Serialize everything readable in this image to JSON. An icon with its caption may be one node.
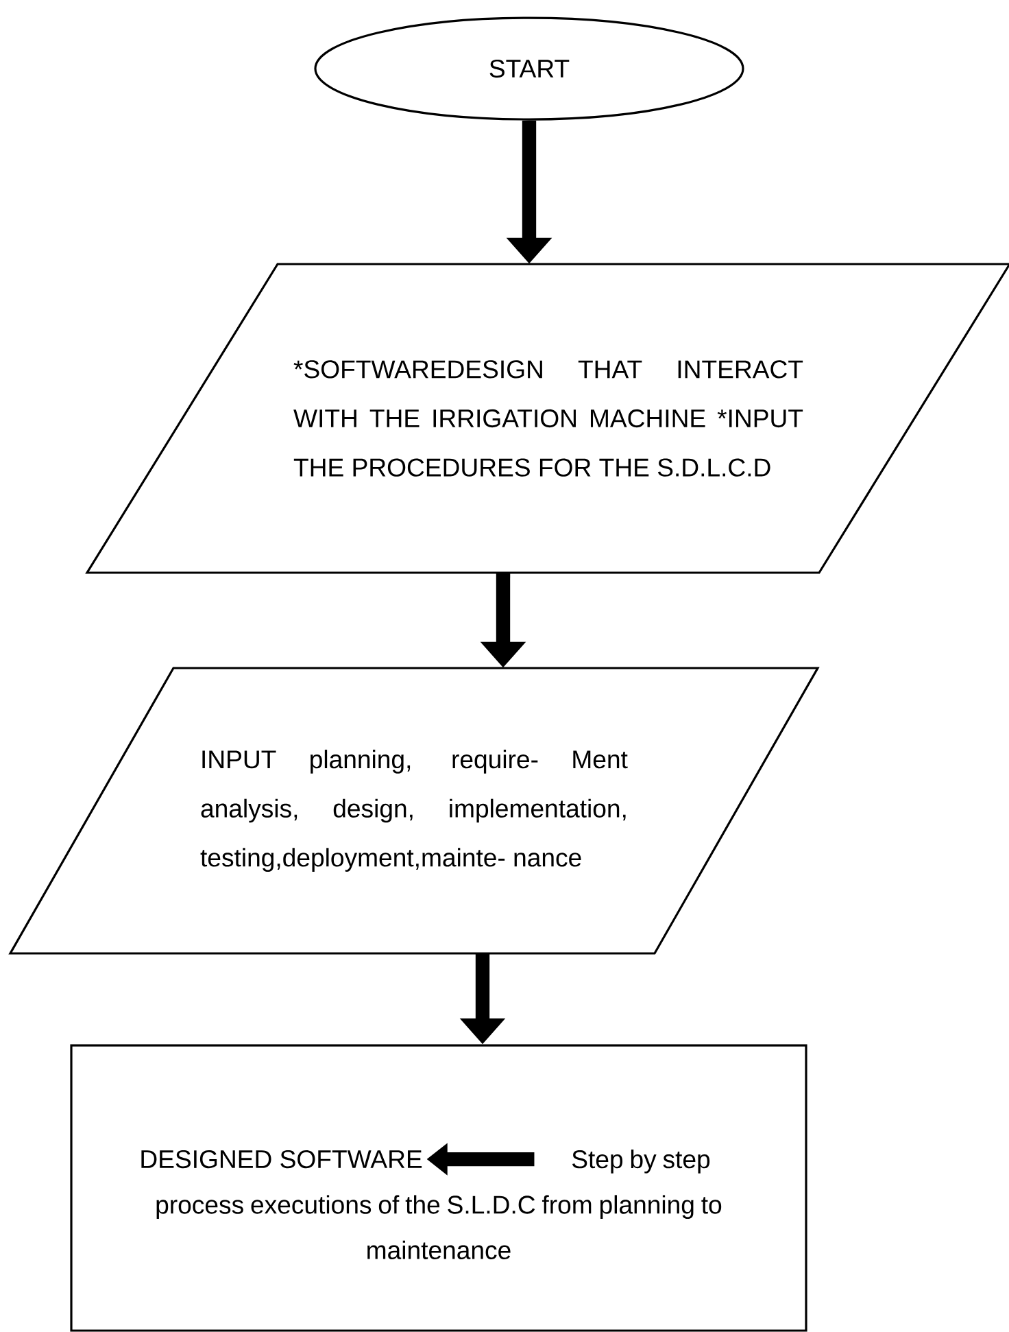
{
  "diagram": {
    "nodes": [
      {
        "text": [
          "START"
        ]
      },
      {
        "text": [
          "*SOFTWAREDESIGN THAT INTERACT WITH THE IRRIGATION MACHINE *INPUT THE PROCEDURES FOR THE S.D.L.C.D"
        ]
      },
      {
        "text": [
          "INPUT planning, require- Ment analysis, design, implementation, testing,deployment,mainte- nance"
        ]
      },
      {
        "text": [],
        "shape": "box"
      },
      {
        "text": [
          "DESIGNED SOFTWARE"
        ],
        "in": 3
      },
      {
        "text": [
          "Step by step process executions of the S.L.D.C from planning to maintenance"
        ],
        "in": 3
      }
    ],
    "edges": [
      {
        "from": 0,
        "to": 1,
        "arrow": "to"
      },
      {
        "from": 1,
        "to": 2,
        "arrow": "to"
      },
      {
        "from": 2,
        "to": 3,
        "arrow": "to"
      },
      {
        "from": 5,
        "to": 4,
        "arrow": "to"
      }
    ]
  }
}
